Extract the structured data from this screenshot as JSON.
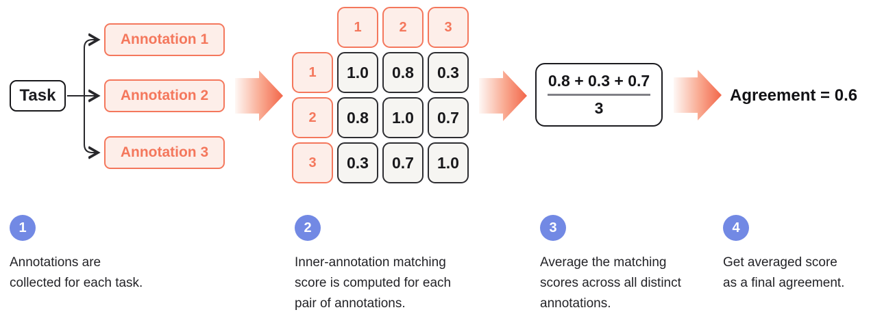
{
  "colors": {
    "accent": "#f4775c",
    "accent-deep": "#f2664a",
    "accent-light": "#fdeee9",
    "ink": "#1c1c20",
    "cell-bg": "#f6f5f2",
    "cell-border": "#2d2d31",
    "step-badge": "#7289e4",
    "fraction-bar": "#808086"
  },
  "task": {
    "label": "Task"
  },
  "annotations": [
    {
      "label": "Annotation 1"
    },
    {
      "label": "Annotation 2"
    },
    {
      "label": "Annotation 3"
    }
  ],
  "matrix": {
    "col_headers": [
      "1",
      "2",
      "3"
    ],
    "row_headers": [
      "1",
      "2",
      "3"
    ],
    "values": [
      [
        "1.0",
        "0.8",
        "0.3"
      ],
      [
        "0.8",
        "1.0",
        "0.7"
      ],
      [
        "0.3",
        "0.7",
        "1.0"
      ]
    ]
  },
  "formula": {
    "numerator": "0.8 + 0.3 + 0.7",
    "denominator": "3"
  },
  "result": {
    "label": "Agreement = 0.6"
  },
  "steps": [
    {
      "number": "1",
      "text": "Annotations are\ncollected for each task."
    },
    {
      "number": "2",
      "text": "Inner-annotation matching\nscore is computed for each\npair of annotations."
    },
    {
      "number": "3",
      "text": "Average the matching\nscores across all distinct\nannotations."
    },
    {
      "number": "4",
      "text": "Get averaged score\nas a final agreement."
    }
  ]
}
